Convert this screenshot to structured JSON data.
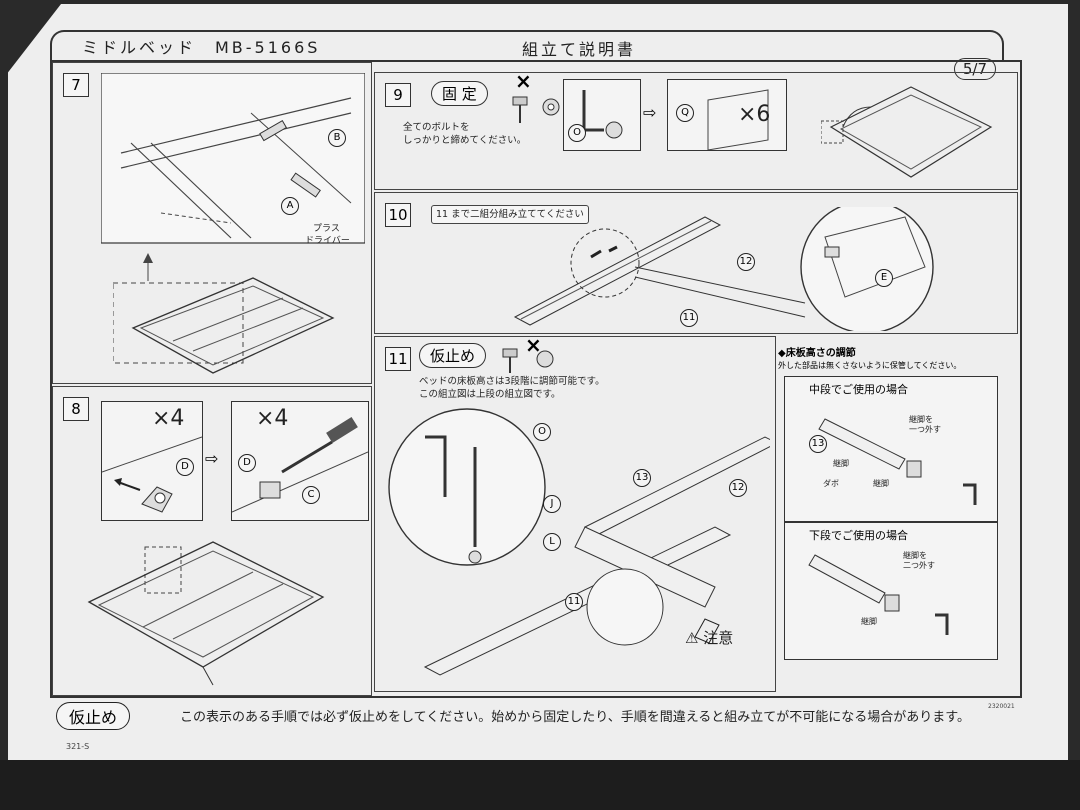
{
  "header": {
    "model": "ミドルベッド　MB-5166S",
    "title": "組立て説明書",
    "page": "5/7"
  },
  "steps": {
    "s7": {
      "number": "7",
      "driver_label": "プラス\nドライバー",
      "parts": [
        "A",
        "B"
      ]
    },
    "s8": {
      "number": "8",
      "count_a": "×4",
      "count_b": "×4",
      "parts": [
        "D",
        "C"
      ]
    },
    "s9": {
      "number": "9",
      "tag": "固 定",
      "instruction": "全てのボルトを\nしっかりと締めてください。",
      "count": "×6",
      "parts": [
        "O",
        "Q"
      ],
      "cross": "×"
    },
    "s10": {
      "number": "10",
      "instruction": "11 まで二組分組み立ててください",
      "parts": [
        "11",
        "12",
        "E"
      ]
    },
    "s11": {
      "number": "11",
      "tag": "仮止め",
      "instruction": "ベッドの床板高さは3段階に調節可能です。\nこの組立図は上段の組立図です。",
      "cross": "×",
      "parts": [
        "O",
        "J",
        "L",
        "13",
        "12",
        "11"
      ],
      "warning": "注意"
    }
  },
  "floor_adjust": {
    "heading": "◆床板高さの調節",
    "note": "外した部品は無くさないように保管してください。",
    "middle": {
      "title": "中段でご使用の場合",
      "remove": "継脚を\n一つ外す",
      "labels": [
        "13",
        "継脚",
        "ダボ",
        "継脚"
      ]
    },
    "lower": {
      "title": "下段でご使用の場合",
      "remove": "継脚を\n二つ外す",
      "labels": [
        "継脚"
      ]
    }
  },
  "footer": {
    "tag": "仮止め",
    "note": "この表示のある手順では必ず仮止めをしてください。始めから固定したり、手順を間違えると組み立てが不可能になる場合があります。",
    "doc_code": "321-S",
    "corner_code": "2320021"
  }
}
